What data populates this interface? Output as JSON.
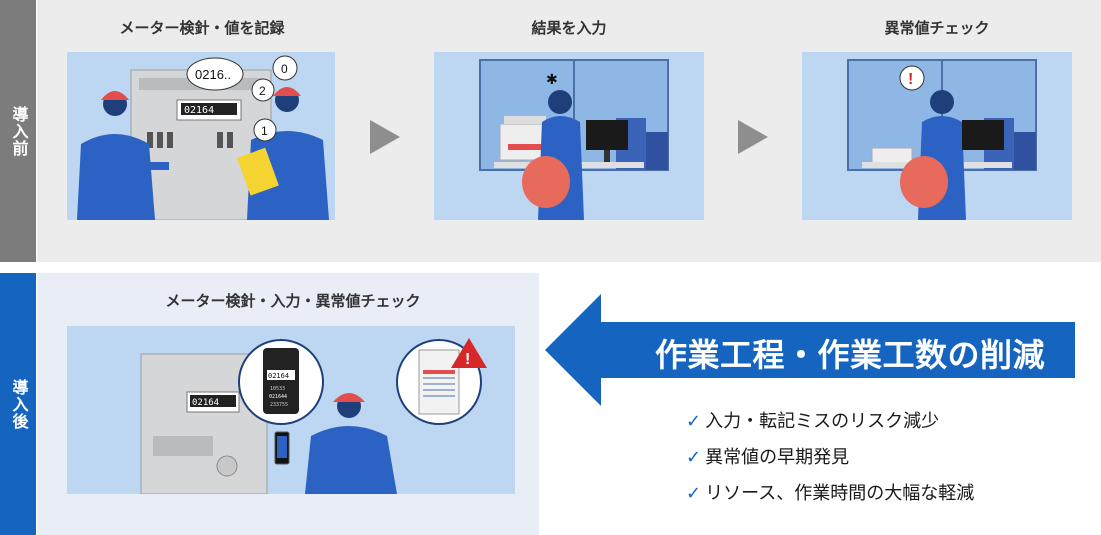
{
  "before": {
    "side_label": "導入前",
    "steps": [
      {
        "title": "メーター検針・値を記録"
      },
      {
        "title": "結果を入力"
      },
      {
        "title": "異常値チェック"
      }
    ],
    "bubbles": [
      "0216..",
      "0",
      "2",
      "1"
    ],
    "meter_readout": "02164"
  },
  "after": {
    "side_label": "導入後",
    "step_title": "メーター検針・入力・異常値チェック",
    "meter_readout": "02164",
    "phone_readout_main": "02164",
    "phone_readout_sub1": "10533",
    "phone_readout_sub2": "021644",
    "phone_readout_sub3": "233755"
  },
  "banner": {
    "text": "作業工程・作業工数の削減"
  },
  "benefits": [
    "入力・転記ミスのリスク減少",
    "異常値の早期発見",
    "リソース、作業時間の大幅な軽減"
  ],
  "check_mark": "✓",
  "colors": {
    "accent": "#1565c0",
    "before_gray": "#7c7c7c",
    "illustration_bg": "#bdd6f2"
  }
}
